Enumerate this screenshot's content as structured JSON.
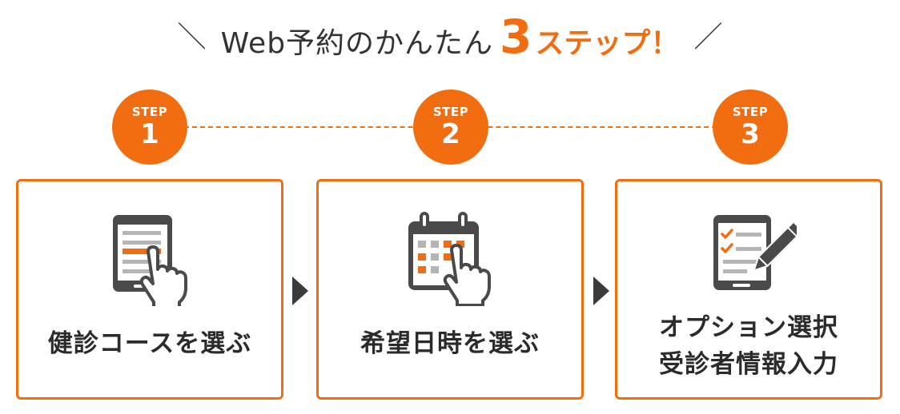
{
  "headline": {
    "main": "Web予約のかんたん",
    "number": "3",
    "suffix": "ステップ！",
    "slash_left": "＼",
    "slash_right": "／"
  },
  "colors": {
    "accent": "#f26d0f",
    "text": "#2b2b2b",
    "arrow": "#3b3b3b",
    "icon_gray": "#4a4a4a",
    "icon_light_gray": "#b5b5b5"
  },
  "steps": [
    {
      "label": "STEP",
      "number": "1",
      "icon": "tablet-tap-icon",
      "title_lines": [
        "健診コースを選ぶ"
      ]
    },
    {
      "label": "STEP",
      "number": "2",
      "icon": "calendar-tap-icon",
      "title_lines": [
        "希望日時を選ぶ"
      ]
    },
    {
      "label": "STEP",
      "number": "3",
      "icon": "checklist-pen-icon",
      "title_lines": [
        "オプション選択",
        "受診者情報入力"
      ]
    }
  ]
}
